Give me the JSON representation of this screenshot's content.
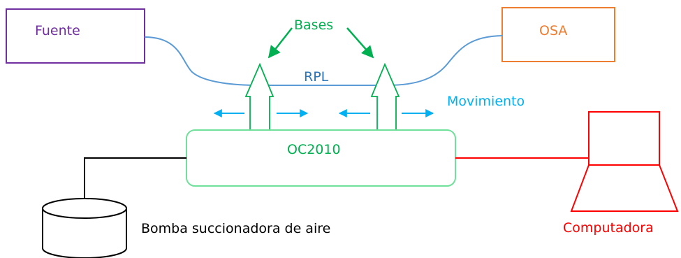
{
  "labels": {
    "fuente": "Fuente",
    "osa": "OSA",
    "bases": "Bases",
    "rpl": "RPL",
    "movimiento": "Movimiento",
    "oc2010": "OC2010",
    "bomba": "Bomba succionadora de aire",
    "computadora": "Computadora"
  },
  "colors": {
    "fuente": "#7030a0",
    "osa": "#ed7d31",
    "bases": "#00b050",
    "rpl": "#2e75b6",
    "fiber": "#5b9bd5",
    "movimiento": "#00b0f0",
    "oc2010": "#00b050",
    "oc2010_border": "#70e09a",
    "computadora": "#ff0000",
    "bomba": "#000000"
  }
}
